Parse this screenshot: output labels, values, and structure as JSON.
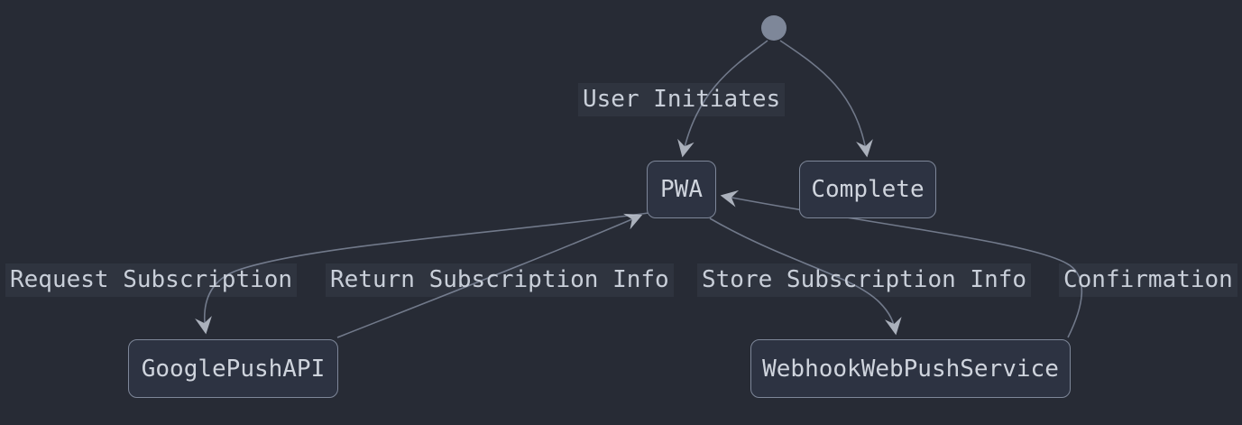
{
  "diagram": {
    "type": "state-diagram",
    "theme": {
      "background": "#272b35",
      "node_fill": "#2d3342",
      "node_border": "#7e8799",
      "node_text": "#cfd4dd",
      "edge_line": "#7e8799",
      "arrowhead": "#c3c9d4",
      "edge_label_text": "#c9cfd9",
      "start_state_fill": "#7e8799"
    },
    "start_state": {
      "shape": "filled-circle"
    },
    "states": {
      "pwa": {
        "label": "PWA"
      },
      "complete": {
        "label": "Complete"
      },
      "google": {
        "label": "GooglePushAPI"
      },
      "webhook": {
        "label": "WebhookWebPushService"
      }
    },
    "transitions": {
      "start_to_pwa": {
        "from": "start",
        "to": "PWA",
        "label": "User Initiates"
      },
      "start_to_complete": {
        "from": "start",
        "to": "Complete",
        "label": ""
      },
      "pwa_to_google": {
        "from": "PWA",
        "to": "GooglePushAPI",
        "label": "Request Subscription"
      },
      "google_to_pwa": {
        "from": "GooglePushAPI",
        "to": "PWA",
        "label": "Return Subscription Info"
      },
      "pwa_to_webhook": {
        "from": "PWA",
        "to": "WebhookWebPushService",
        "label": "Store Subscription Info"
      },
      "webhook_to_pwa": {
        "from": "WebhookWebPushService",
        "to": "PWA",
        "label": "Confirmation"
      }
    }
  }
}
